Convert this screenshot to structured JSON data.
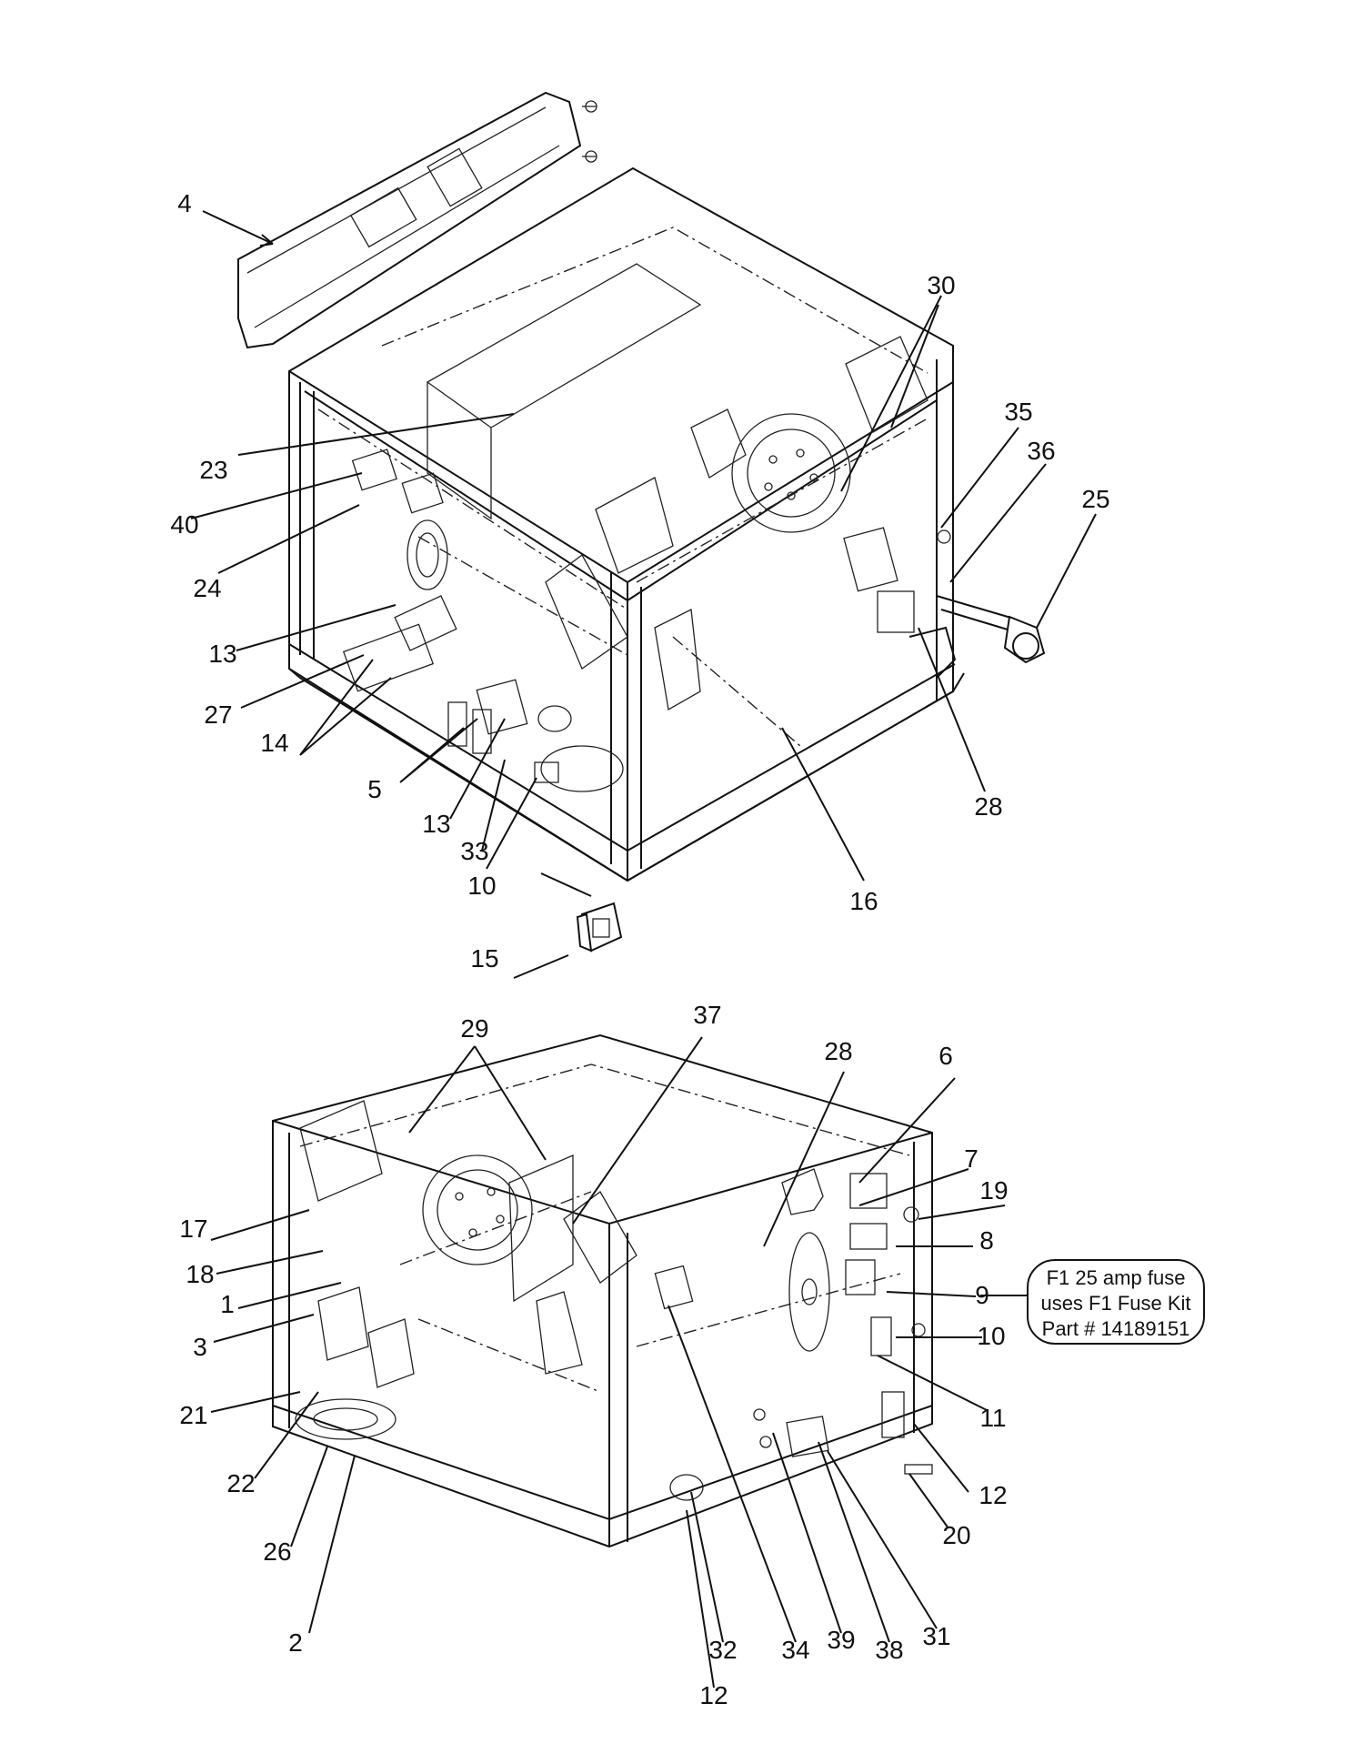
{
  "top_view": {
    "callouts": [
      "4",
      "30",
      "35",
      "36",
      "25",
      "23",
      "40",
      "24",
      "13",
      "27",
      "14",
      "5",
      "13",
      "33",
      "10",
      "15",
      "16",
      "28"
    ]
  },
  "bottom_view": {
    "callouts": [
      "29",
      "37",
      "28",
      "6",
      "7",
      "19",
      "17",
      "18",
      "1",
      "8",
      "9",
      "10",
      "3",
      "11",
      "21",
      "22",
      "12",
      "26",
      "20",
      "2",
      "32",
      "34",
      "39",
      "38",
      "31",
      "12"
    ]
  },
  "fuse_note": {
    "line1": "F1 25 amp fuse",
    "line2": "uses F1 Fuse Kit",
    "line3": "Part # 14189151"
  }
}
